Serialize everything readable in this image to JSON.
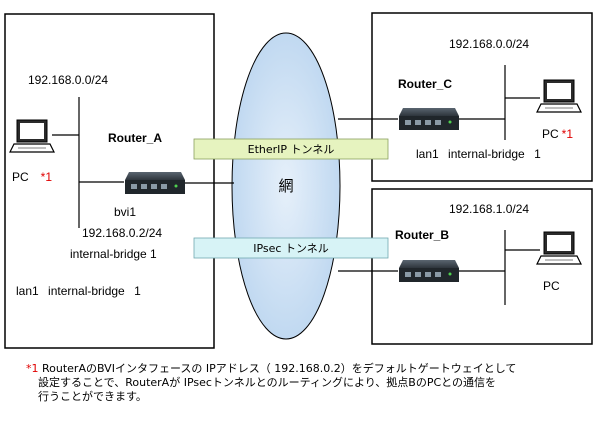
{
  "colors": {
    "ellipse_fill": "#cfe2f6",
    "ethernet_tunnel": "#e6f3bf",
    "ipsec_tunnel": "#d7f3f6",
    "note_red": "#e00000",
    "line": "#000000"
  },
  "icons": {
    "pc": "laptop-icon",
    "router": "router-icon"
  },
  "network": {
    "label": "網"
  },
  "tunnels": {
    "etherip": "EtherIP トンネル",
    "ipsec": "IPsec トンネル"
  },
  "site_a": {
    "router": "Router_A",
    "subnet": "192.168.0.0/24",
    "pc": "PC",
    "pc_mark": "*1",
    "bvi": "bvi1",
    "bvi_ip": "192.168.0.2/24",
    "bridge": "internal-bridge 1",
    "lan": "lan1 internal-bridge 1"
  },
  "site_c": {
    "router": "Router_C",
    "subnet": "192.168.0.0/24",
    "pc": "PC",
    "pc_mark": "*1",
    "lan": "lan1 internal-bridge 1"
  },
  "site_b": {
    "router": "Router_B",
    "subnet": "192.168.1.0/24",
    "pc": "PC"
  },
  "footnote": {
    "mark": "*1",
    "line1": "RouterAのBVIインタフェースの IPアドレス（ 192.168.0.2）をデフォルトゲートウェイとして",
    "line2": "設定することで、RouterAが IPsecトンネルとのルーティングにより、拠点BのPCとの通信を",
    "line3": "行うことができます。"
  }
}
